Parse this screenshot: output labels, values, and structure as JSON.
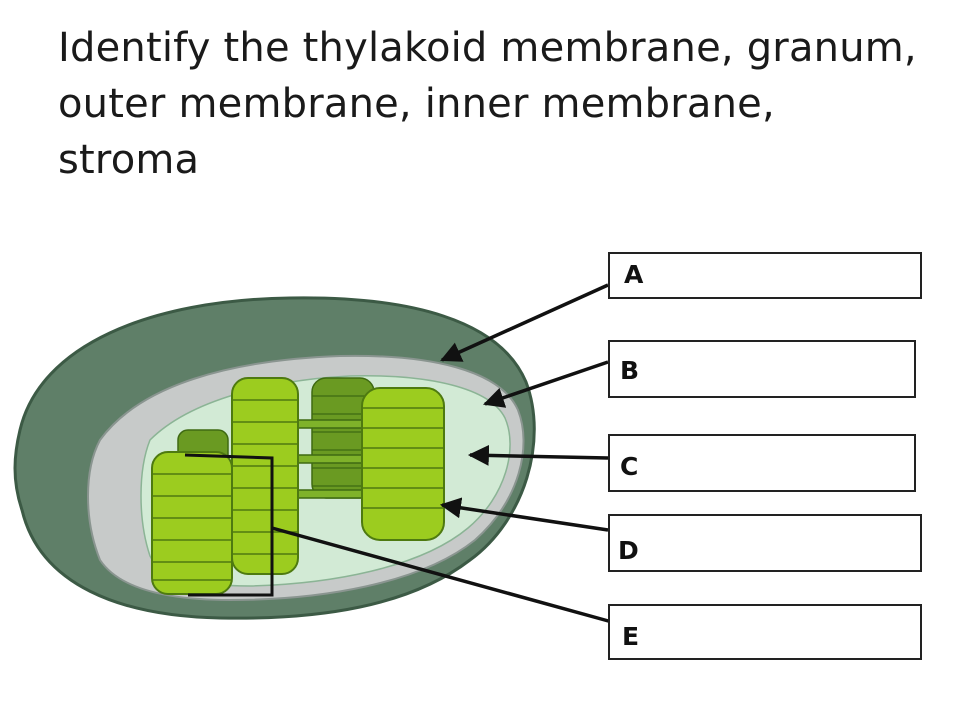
{
  "question": "Identify the thylakoid membrane, granum, outer membrane, inner membrane, stroma",
  "labels": [
    {
      "letter": "A"
    },
    {
      "letter": "B"
    },
    {
      "letter": "C"
    },
    {
      "letter": "D"
    },
    {
      "letter": "E"
    }
  ],
  "colors": {
    "outer_membrane": "#5f7f68",
    "inner_membrane": "#c9cccb",
    "stroma": "#cfe8d3",
    "granum": "#9ccc1f",
    "granum_shadow": "#74a818",
    "arrow": "#111111"
  }
}
